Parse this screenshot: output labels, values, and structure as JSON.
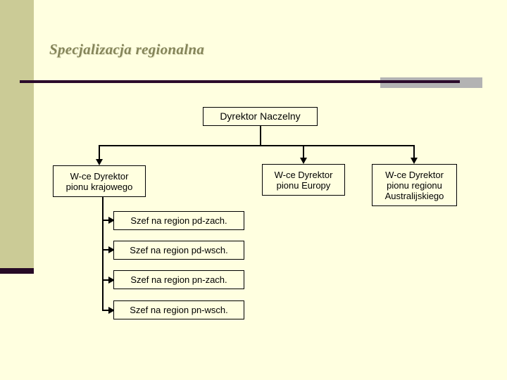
{
  "slide": {
    "title": "Specjalizacja regionalna",
    "background_color": "#ffffe0",
    "sidebar_color": "#cbcb96",
    "accent_color": "#260a26",
    "rule_accent_color": "#b3b3b3",
    "title_color": "#85855a"
  },
  "chart": {
    "type": "org-chart",
    "nodes": {
      "ceo": "Dyrektor Naczelny",
      "vp_domestic": "W-ce Dyrektor\npionu krajowego",
      "vp_europe": "W-ce Dyrektor\npionu Europy",
      "vp_australia": "W-ce Dyrektor\npionu regionu\nAustralijskiego",
      "region_sw": "Szef na region pd-zach.",
      "region_se": "Szef na region pd-wsch.",
      "region_nw": "Szef na region pn-zach.",
      "region_ne": "Szef na region pn-wsch."
    }
  }
}
